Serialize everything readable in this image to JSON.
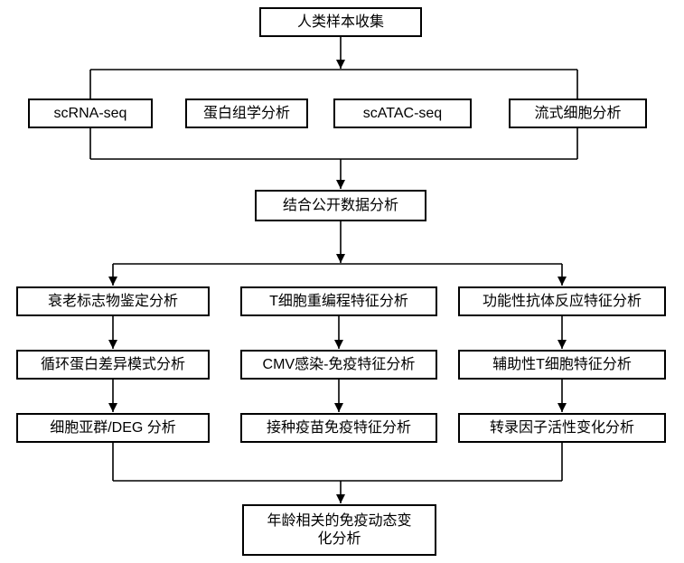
{
  "diagram": {
    "title": "Immune aging analysis workflow flowchart",
    "colors": {
      "background": "#ffffff",
      "box_background": "#ffffff",
      "box_border": "#000000",
      "line": "#000000",
      "text": "#000000"
    },
    "nodes": {
      "top": {
        "label": "人类样本收集"
      },
      "methods": [
        {
          "label": "scRNA-seq"
        },
        {
          "label": "蛋白组学分析"
        },
        {
          "label": "scATAC-seq"
        },
        {
          "label": "流式细胞分析"
        }
      ],
      "combine": {
        "label": "结合公开数据分析"
      },
      "columns": [
        {
          "steps": [
            "衰老标志物鉴定分析",
            "循环蛋白差异模式分析",
            "细胞亚群/DEG 分析"
          ]
        },
        {
          "steps": [
            "T细胞重编程特征分析",
            "CMV感染-免疫特征分析",
            "接种疫苗免疫特征分析"
          ]
        },
        {
          "steps": [
            "功能性抗体反应特征分析",
            "辅助性T细胞特征分析",
            "转录因子活性变化分析"
          ]
        }
      ],
      "final": {
        "label": "年龄相关的免疫动态变\n化分析"
      }
    }
  }
}
